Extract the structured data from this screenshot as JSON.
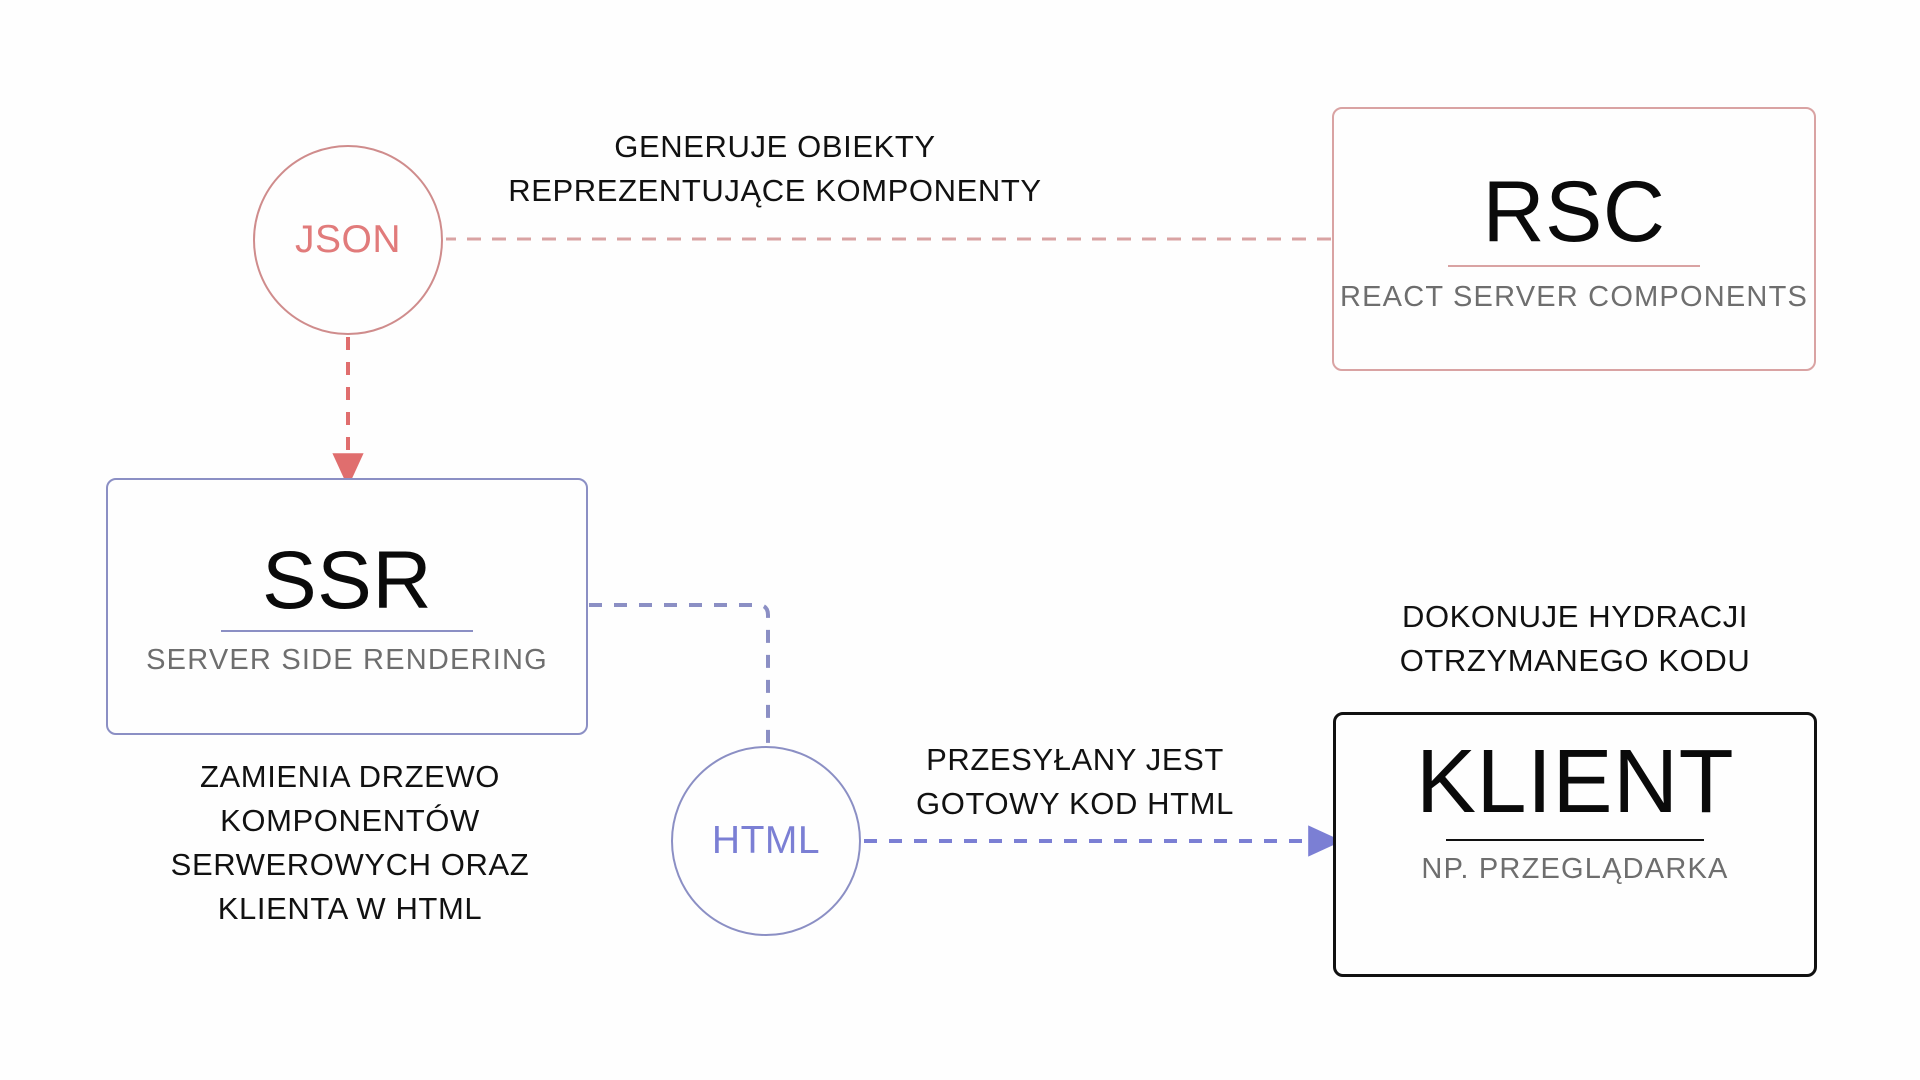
{
  "diagram": {
    "title": "React Server Components rendering flow",
    "language": "pl",
    "colors": {
      "rsc_accent": "#d9a3a3",
      "json_accent": "#e17b7b",
      "ssr_accent": "#8b8fc4",
      "html_accent": "#7b7fd4",
      "klient_accent": "#111111",
      "background": "#fefefe",
      "text": "#111111",
      "subtitle_text": "#6e6e6e"
    }
  },
  "nodes": {
    "rsc": {
      "title": "RSC",
      "subtitle": "REACT SERVER\nCOMPONENTS",
      "shape": "rounded-rect",
      "border_color": "#d9a3a3"
    },
    "json": {
      "label": "JSON",
      "shape": "circle",
      "border_color": "#cf8c8c",
      "text_color": "#e17b7b"
    },
    "ssr": {
      "title": "SSR",
      "subtitle": "SERVER SIDE\nRENDERING",
      "shape": "rounded-rect",
      "border_color": "#8b8fc4"
    },
    "html": {
      "label": "HTML",
      "shape": "circle",
      "border_color": "#8b8fc4",
      "text_color": "#7b7fd4"
    },
    "klient": {
      "title": "KLIENT",
      "subtitle": "NP. PRZEGLĄDARKA",
      "shape": "rounded-rect",
      "border_color": "#111111"
    }
  },
  "captions": {
    "rsc_to_json": "GENERUJE OBIEKTY\nREPREZENTUJĄCE KOMPONENTY",
    "ssr_description": "ZAMIENIA DRZEWO\nKOMPONENTÓW\nSERWEROWYCH ORAZ\nKLIENTA W HTML",
    "html_to_klient": "PRZESYŁANY JEST\nGOTOWY KOD HTML",
    "klient_description": "DOKONUJE HYDRACJI\nOTRZYMANEGO KODU"
  },
  "edges": [
    {
      "id": "rsc-to-json",
      "from": "rsc",
      "to": "json",
      "style": "dashed",
      "color": "#d9a3a3",
      "arrowhead": false,
      "label": "GENERUJE OBIEKTY REPREZENTUJĄCE KOMPONENTY"
    },
    {
      "id": "json-to-ssr",
      "from": "json",
      "to": "ssr",
      "style": "dashed",
      "color": "#e06e6e",
      "arrowhead": true,
      "label": ""
    },
    {
      "id": "ssr-to-html",
      "from": "ssr",
      "to": "html",
      "style": "dashed",
      "color": "#8b8fc4",
      "arrowhead": false,
      "label": ""
    },
    {
      "id": "html-to-klient",
      "from": "html",
      "to": "klient",
      "style": "dashed",
      "color": "#7b7fd4",
      "arrowhead": true,
      "label": "PRZESYŁANY JEST GOTOWY KOD HTML"
    }
  ]
}
